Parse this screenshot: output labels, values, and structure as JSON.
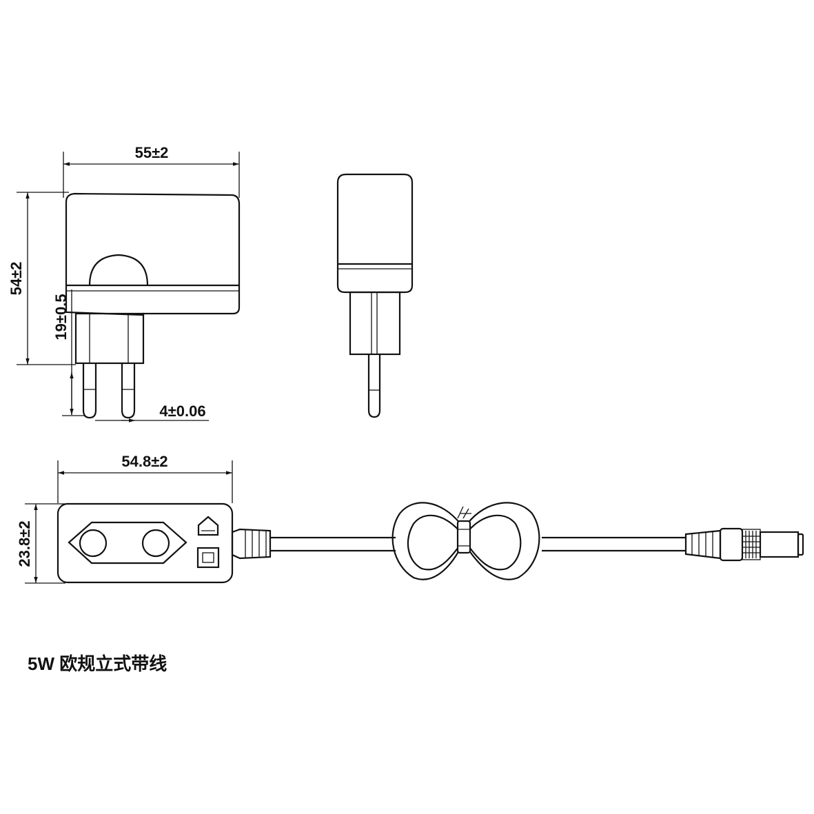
{
  "dimensions": {
    "width_top": "55±2",
    "height_side": "54±2",
    "plug_height": "19±0.5",
    "pin_diameter": "4±0.06",
    "width_bottom": "54.8±2",
    "depth_bottom": "23.8±2"
  },
  "caption": "5W 欧规立式带线",
  "colors": {
    "line": "#111111",
    "background": "#ffffff"
  }
}
